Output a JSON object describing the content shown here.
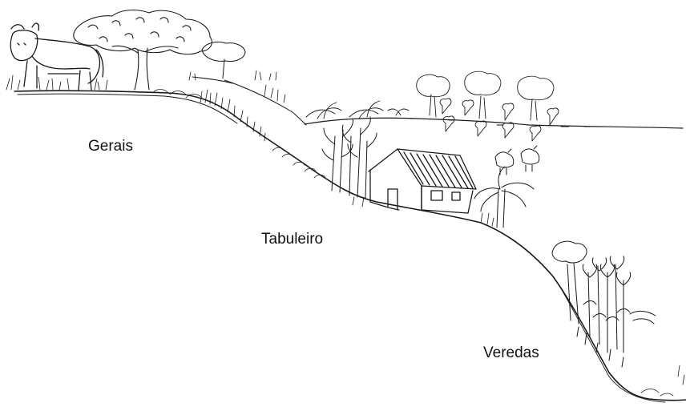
{
  "diagram": {
    "zones": [
      {
        "label": "Gerais"
      },
      {
        "label": "Tabuleiro"
      },
      {
        "label": "Veredas"
      }
    ]
  },
  "colors": {
    "ink": "#1a1a1a",
    "background": "#ffffff"
  }
}
